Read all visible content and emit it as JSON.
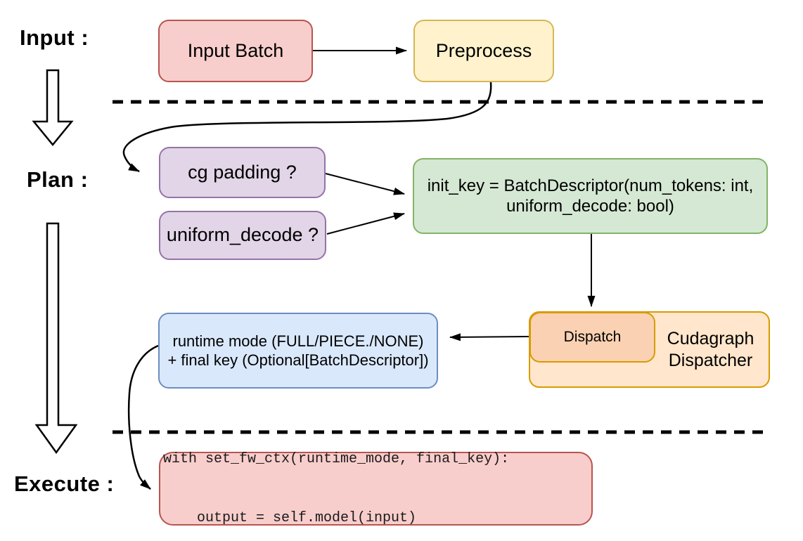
{
  "stage_labels": {
    "input": "Input :",
    "plan": "Plan :",
    "execute": "Execute :"
  },
  "nodes": {
    "input_batch": {
      "label": "Input Batch"
    },
    "preprocess": {
      "label": "Preprocess"
    },
    "cg_padding": {
      "label": "cg padding ?"
    },
    "uniform_decode": {
      "label": "uniform_decode ?"
    },
    "init_key": {
      "line1": "init_key = BatchDescriptor(num_tokens: int,",
      "line2": "uniform_decode: bool)"
    },
    "dispatch": {
      "label": "Dispatch"
    },
    "cudagraph_dispatcher": {
      "line1": "Cudagraph",
      "line2": "Dispatcher"
    },
    "runtime_mode": {
      "line1": "runtime mode (FULL/PIECE./NONE)",
      "line2": "+ final key (Optional[BatchDescriptor])"
    },
    "execute_code": {
      "line1": "with set_fw_ctx(runtime_mode, final_key):",
      "line2": "    output = self.model(input)"
    }
  },
  "palette": {
    "red_fill": "#F8CECC",
    "red_border": "#B85450",
    "yellow_fill": "#FFF2CC",
    "yellow_border": "#D6B656",
    "purple_fill": "#E1D5E7",
    "purple_border": "#9673A6",
    "green_fill": "#D5E8D4",
    "green_border": "#82B366",
    "blue_fill": "#DAE8FC",
    "blue_border": "#6C8EBF",
    "orange_fill": "#FFE6CC",
    "orange_border": "#D79B00",
    "dispatch_fill": "#FAD1B2",
    "line_color": "#000000",
    "background": "#FFFFFF"
  }
}
